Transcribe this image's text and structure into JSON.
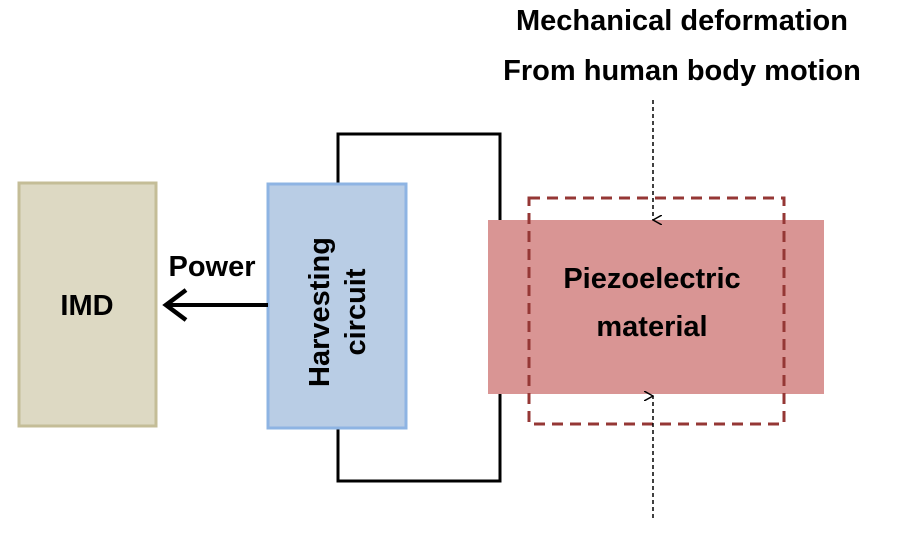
{
  "annotation": {
    "line1": "Mechanical deformation",
    "line2": "From human body motion"
  },
  "imd": {
    "label": "IMD"
  },
  "power": {
    "label": "Power"
  },
  "harvesting": {
    "line1": "Harvesting",
    "line2": "circuit"
  },
  "piezo": {
    "line1": "Piezoelectric",
    "line2": "material"
  },
  "colors": {
    "imd_fill": "#ddd9c3",
    "imd_stroke": "#c4bd97",
    "harvest_fill": "#b9cde5",
    "harvest_stroke": "#8eb4e3",
    "piezo_fill": "#d99594",
    "dashed_stroke": "#953735"
  }
}
